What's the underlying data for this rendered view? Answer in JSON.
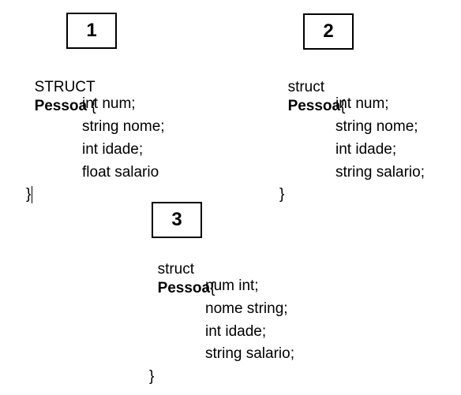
{
  "blocks": [
    {
      "number": "1",
      "keyword": "STRUCT",
      "name": "Pessoa",
      "open_brace": " {",
      "fields": [
        "int num;",
        "string nome;",
        "int idade;",
        "float salario"
      ],
      "close_brace": "}"
    },
    {
      "number": "2",
      "keyword": "struct",
      "name": "Pessoa",
      "open_brace": "{",
      "fields": [
        "int num;",
        "string nome;",
        "int idade;",
        "string salario;"
      ],
      "close_brace": "}"
    },
    {
      "number": "3",
      "keyword": "struct",
      "name": "Pessoa",
      "open_brace": "{",
      "fields": [
        "num int;",
        "nome string;",
        "int idade;",
        "string salario;"
      ],
      "close_brace": "}"
    }
  ]
}
